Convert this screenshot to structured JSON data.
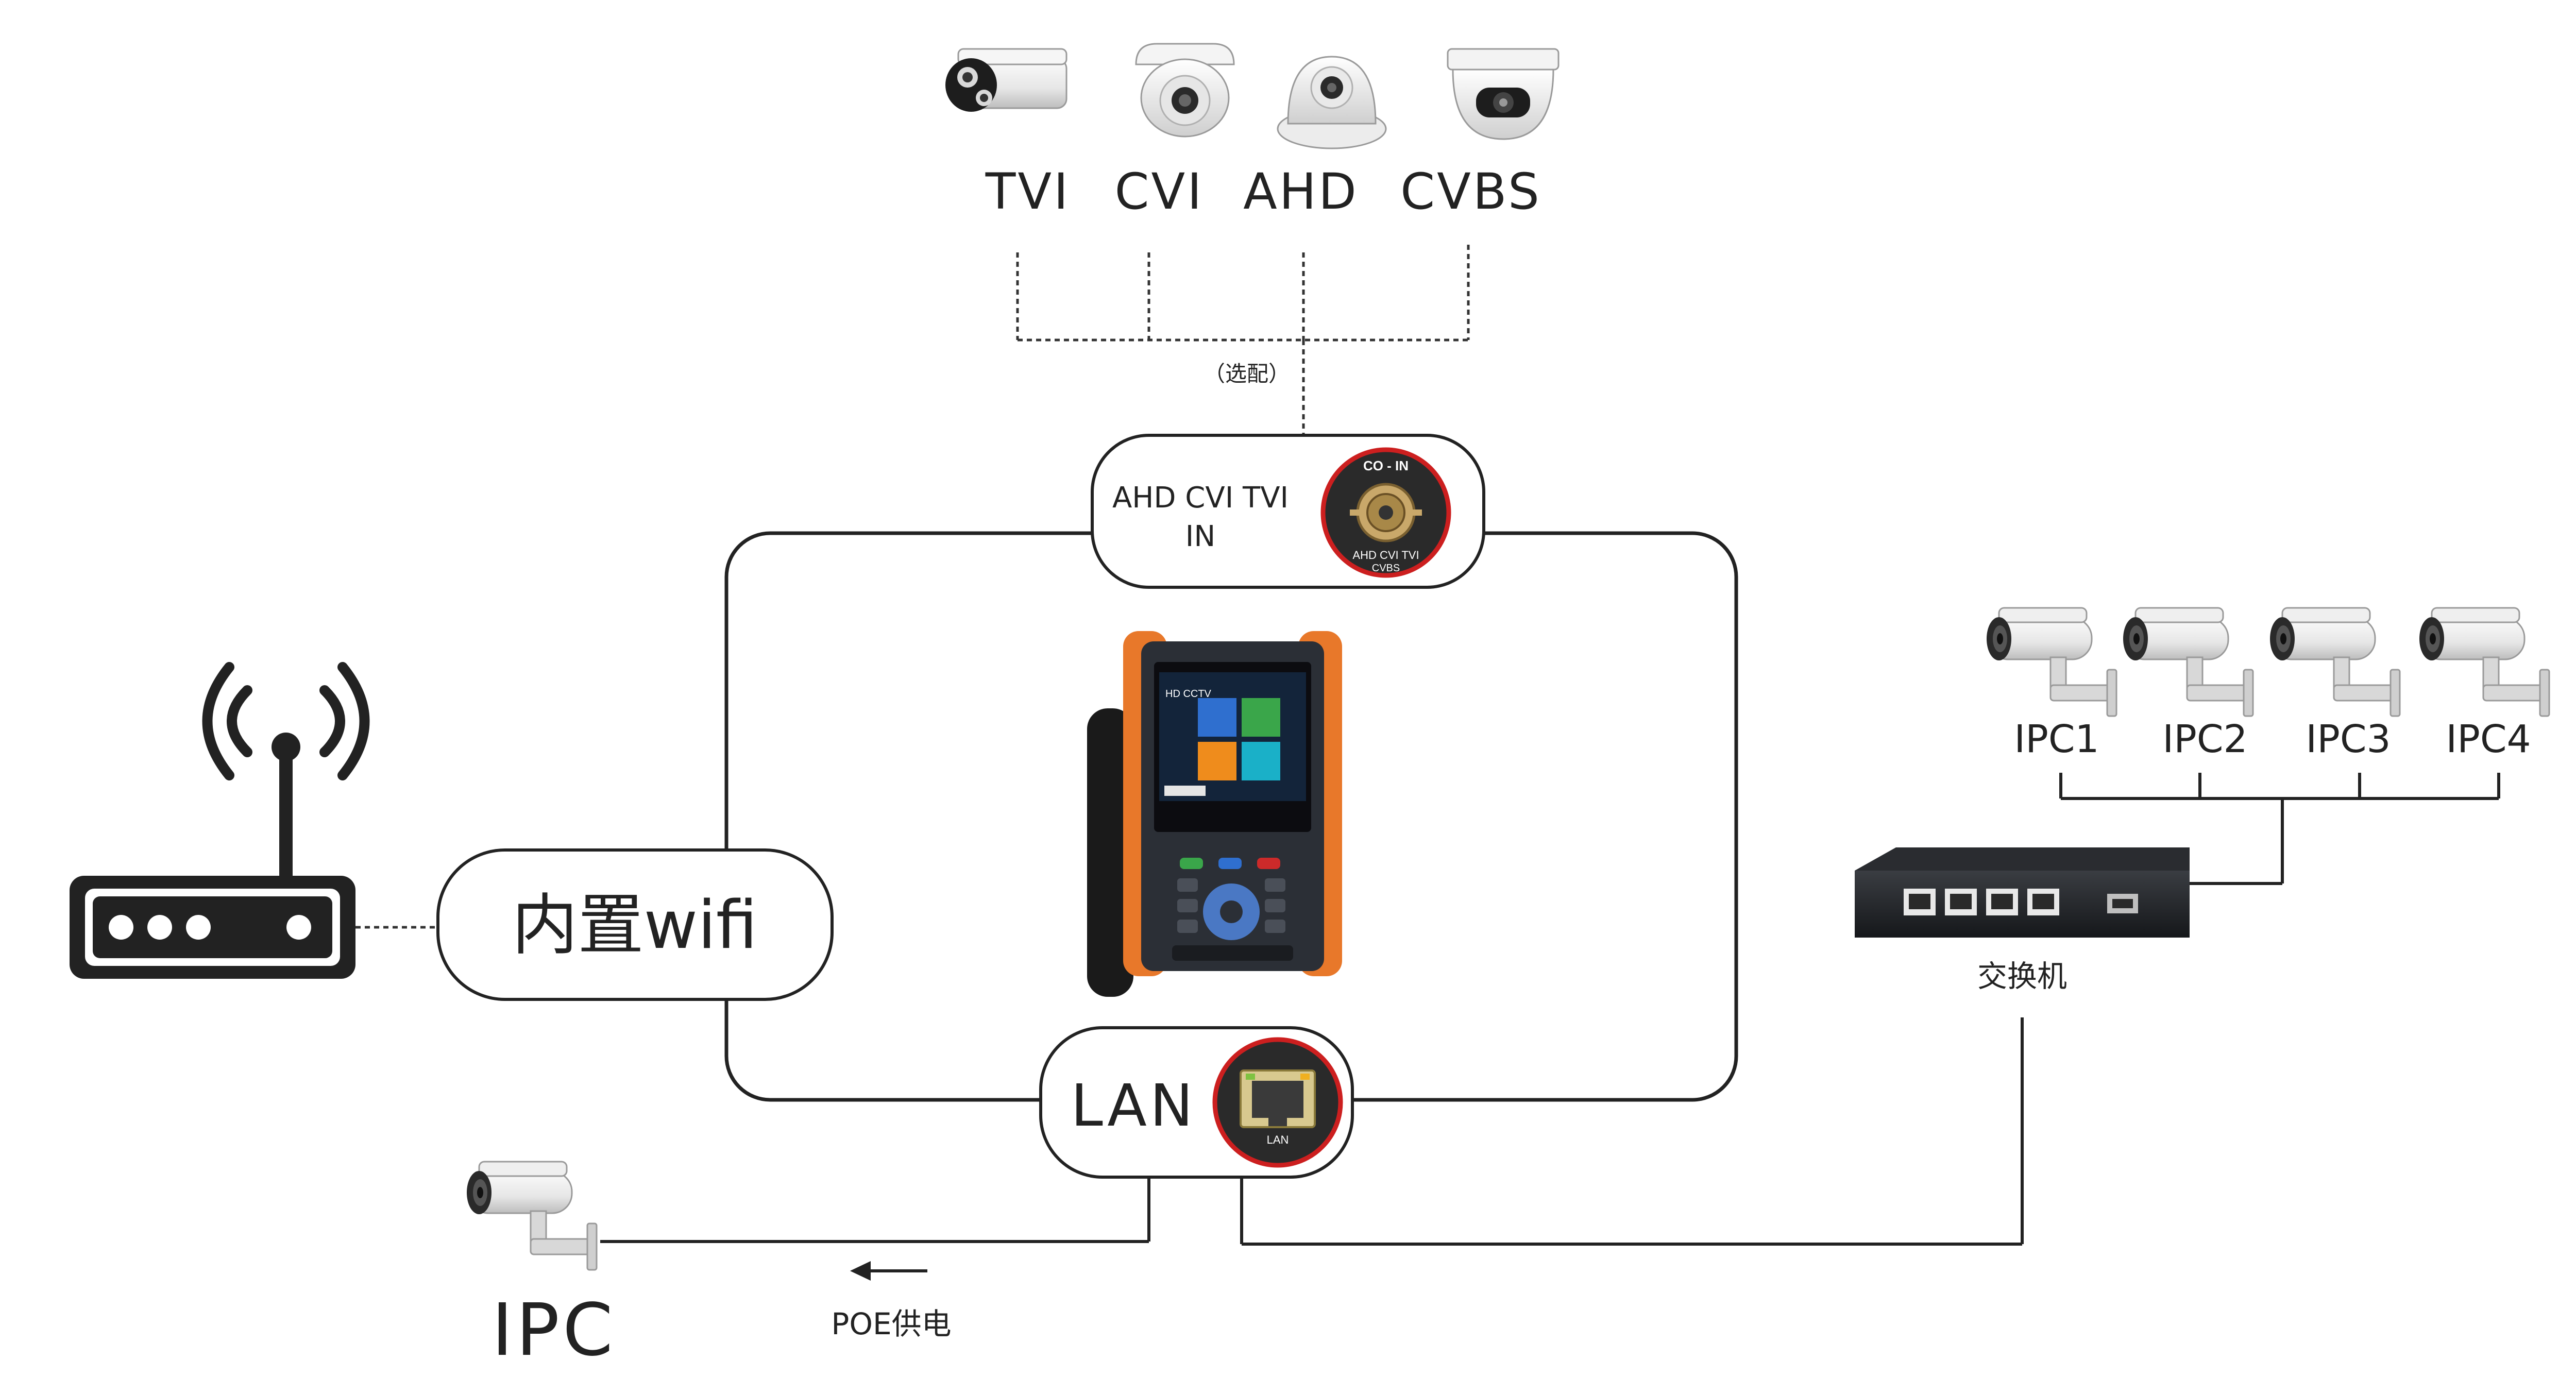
{
  "colors": {
    "line": "#222222",
    "device_orange": "#e8782a",
    "device_body": "#2b2f36",
    "port_ring": "#cc1f1f",
    "camera_white": "#f2f2f2"
  },
  "signal_types": {
    "items": [
      {
        "label": "TVI",
        "icon": "bullet-camera-icon"
      },
      {
        "label": "CVI",
        "icon": "dome-camera-icon"
      },
      {
        "label": "AHD",
        "icon": "dome-camera-icon"
      },
      {
        "label": "CVBS",
        "icon": "turret-camera-icon"
      }
    ],
    "optional_note": "（选配）"
  },
  "tester": {
    "input_port_label_line1": "AHD CVI TVI",
    "input_port_label_line2": "IN",
    "bnc_icon_top_text": "CO - IN",
    "bnc_icon_bottom_text": "AHD CVI TVI",
    "bnc_icon_bottom_text2": "CVBS",
    "wifi_label": "内置wifi",
    "lan_label": "LAN",
    "lan_icon_text": "LAN",
    "screen_title": "HD CCTV"
  },
  "ipc_group": {
    "cameras": [
      {
        "label": "IPC1"
      },
      {
        "label": "IPC2"
      },
      {
        "label": "IPC3"
      },
      {
        "label": "IPC4"
      }
    ],
    "switch_label": "交换机"
  },
  "poe": {
    "ipc_label": "IPC",
    "poe_label": "POE供电"
  }
}
